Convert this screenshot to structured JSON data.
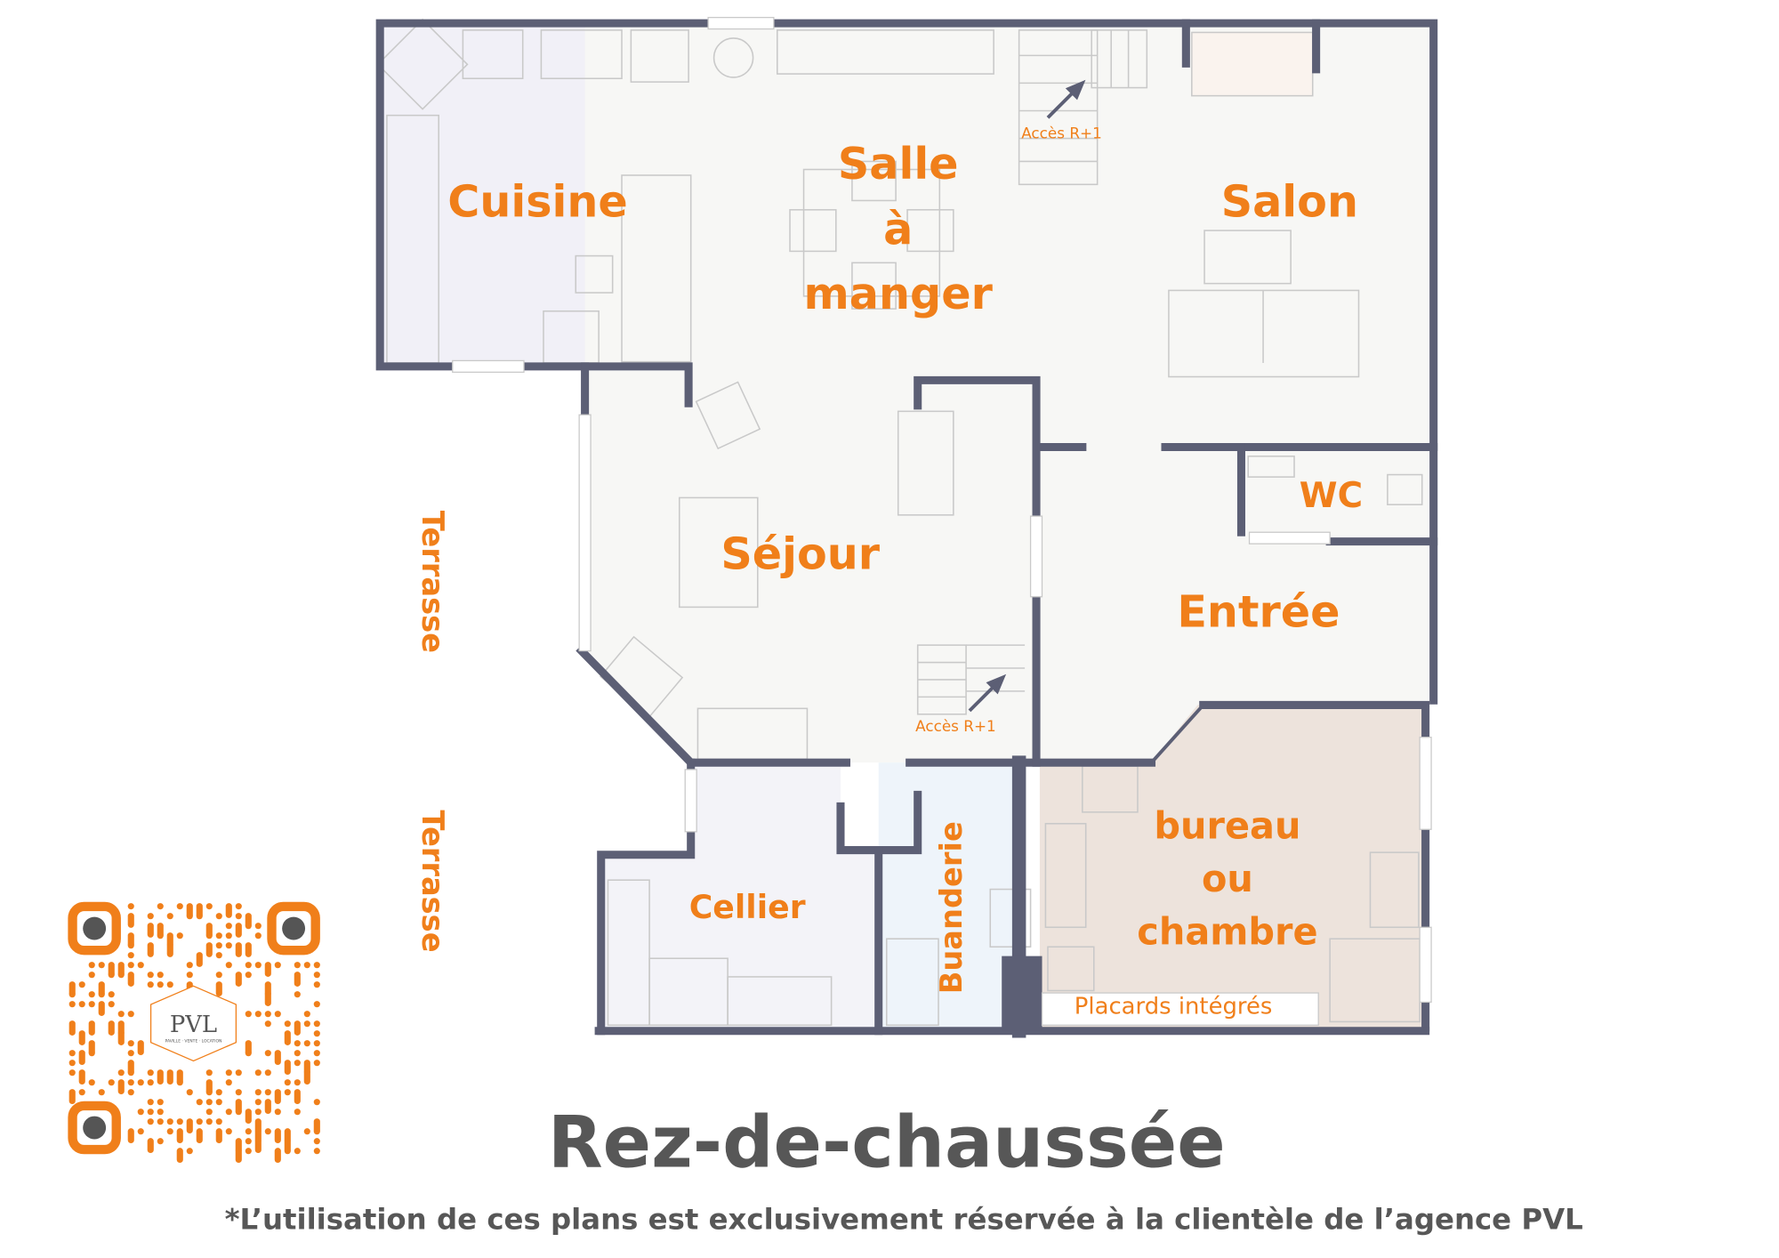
{
  "plan": {
    "title": "Rez-de-chaussée",
    "disclaimer": "*L’utilisation de ces plans est exclusivement réservée à la clientèle de l’agence PVL",
    "rooms": {
      "cuisine": "Cuisine",
      "salle_1": "Salle",
      "salle_2": "à",
      "salle_3": "manger",
      "salon": "Salon",
      "sejour": "Séjour",
      "wc": "WC",
      "entree": "Entrée",
      "bureau_1": "bureau",
      "bureau_2": "ou",
      "bureau_3": "chambre",
      "cellier": "Cellier",
      "buanderie": "Buanderie",
      "terrasse_1": "Terrasse",
      "terrasse_2": "Terrasse"
    },
    "labels": {
      "acces_top": "Accès R+1",
      "acces_bottom": "Accès R+1",
      "placards": "Placards intégrés"
    },
    "logo": {
      "text": "PVL",
      "tagline": "PAVILLE · VENTE · LOCATION"
    }
  },
  "colors": {
    "accent": "#f07f1a",
    "wall": "#5c5f75",
    "title": "#575757"
  }
}
